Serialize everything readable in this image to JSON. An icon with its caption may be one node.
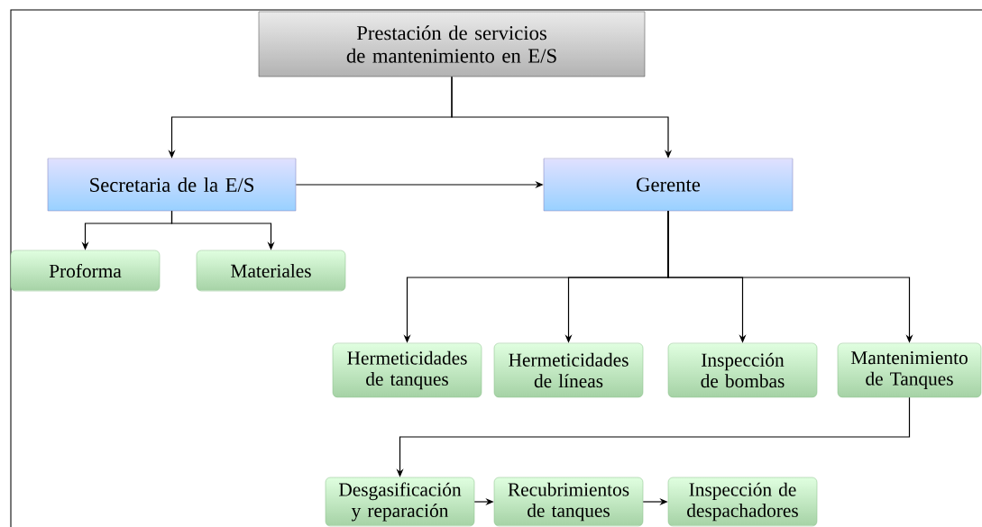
{
  "diagram": {
    "nodes": [
      {
        "text": [
          "Prestación de servicios de mantenimiento en E/S"
        ]
      },
      {
        "text": [
          "Secretaria de la E/S"
        ]
      },
      {
        "text": [
          "Gerente"
        ]
      },
      {
        "text": [
          "Proforma"
        ]
      },
      {
        "text": [
          "Materiales"
        ]
      },
      {
        "text": [
          "Hermeticidades de tanques"
        ]
      },
      {
        "text": [
          "Hermeticidades de líneas"
        ]
      },
      {
        "text": [
          "Inspección de bombas"
        ]
      },
      {
        "text": [
          "Mantenimiento de Tanques"
        ]
      },
      {
        "text": [
          "Desgasificación y reparación"
        ]
      },
      {
        "text": [
          "Recubrimientos de tanques"
        ]
      },
      {
        "text": [
          "Inspección de despachadores"
        ]
      }
    ],
    "edges": [
      {
        "from": 0,
        "to": 1,
        "arrow": "to"
      },
      {
        "from": 0,
        "to": 2,
        "arrow": "to"
      },
      {
        "from": 1,
        "to": 2,
        "arrow": "to"
      },
      {
        "from": 1,
        "to": 3,
        "arrow": "to"
      },
      {
        "from": 1,
        "to": 4,
        "arrow": "to"
      },
      {
        "from": 2,
        "to": 5,
        "arrow": "to"
      },
      {
        "from": 2,
        "to": 6,
        "arrow": "to"
      },
      {
        "from": 2,
        "to": 7,
        "arrow": "to"
      },
      {
        "from": 2,
        "to": 8,
        "arrow": "to"
      },
      {
        "from": 8,
        "to": 9,
        "arrow": "to"
      },
      {
        "from": 9,
        "to": 10,
        "arrow": "to"
      },
      {
        "from": 10,
        "to": 11,
        "arrow": "to"
      }
    ]
  }
}
